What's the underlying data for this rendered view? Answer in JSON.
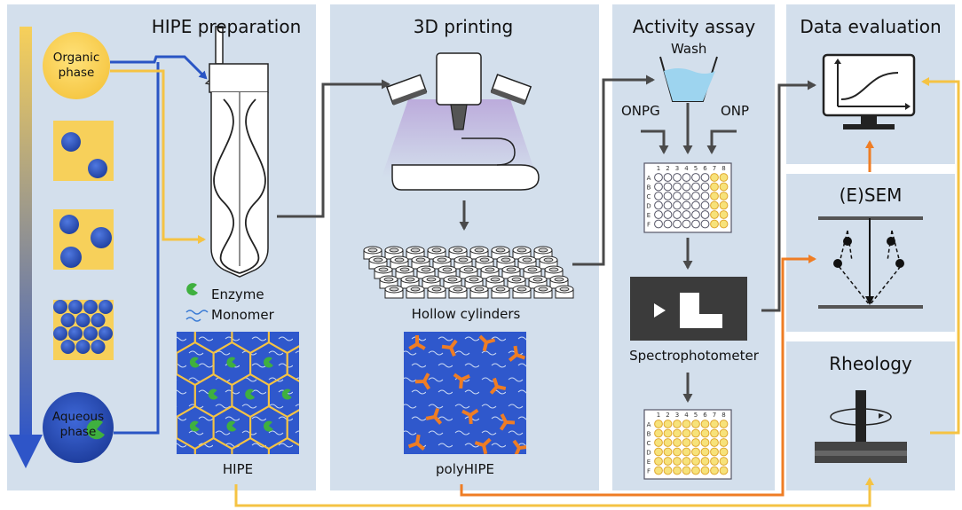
{
  "panels": {
    "hipe": {
      "title": "HIPE preparation",
      "organic_phase": "Organic\nphase",
      "aqueous_phase": "Aqueous\nphase",
      "legend_enzyme": "Enzyme",
      "legend_monomer": "Monomer",
      "caption": "HIPE"
    },
    "printing": {
      "title": "3D printing",
      "cylinders_label": "Hollow cylinders",
      "caption": "polyHIPE"
    },
    "assay": {
      "title": "Activity assay",
      "wash": "Wash",
      "onpg": "ONPG",
      "onp": "ONP",
      "spectro": "Spectrophotometer",
      "plate_cols": [
        "1",
        "2",
        "3",
        "4",
        "5",
        "6",
        "7",
        "8"
      ],
      "plate_rows": [
        "A",
        "B",
        "C",
        "D",
        "E",
        "F"
      ]
    },
    "evaluation": {
      "title": "Data evaluation"
    },
    "sem": {
      "title": "(E)SEM"
    },
    "rheology": {
      "title": "Rheology"
    }
  },
  "colors": {
    "panel": "#d3dfec",
    "blue_arrow": "#2a55c4",
    "yellow_arrow": "#f5c343",
    "orange_arrow": "#ef7d24",
    "grey_arrow": "#4a4a4a",
    "droplet_blue": "#2e55c8",
    "phase_yellow": "#f7d05a",
    "well_yellow": "#f7e27a"
  },
  "icons": [
    "mixer-icon",
    "printer-icon",
    "monitor-icon",
    "sem-icon",
    "rheometer-icon",
    "spectrophotometer-icon",
    "wash-beaker-icon",
    "well-plate-icon"
  ]
}
